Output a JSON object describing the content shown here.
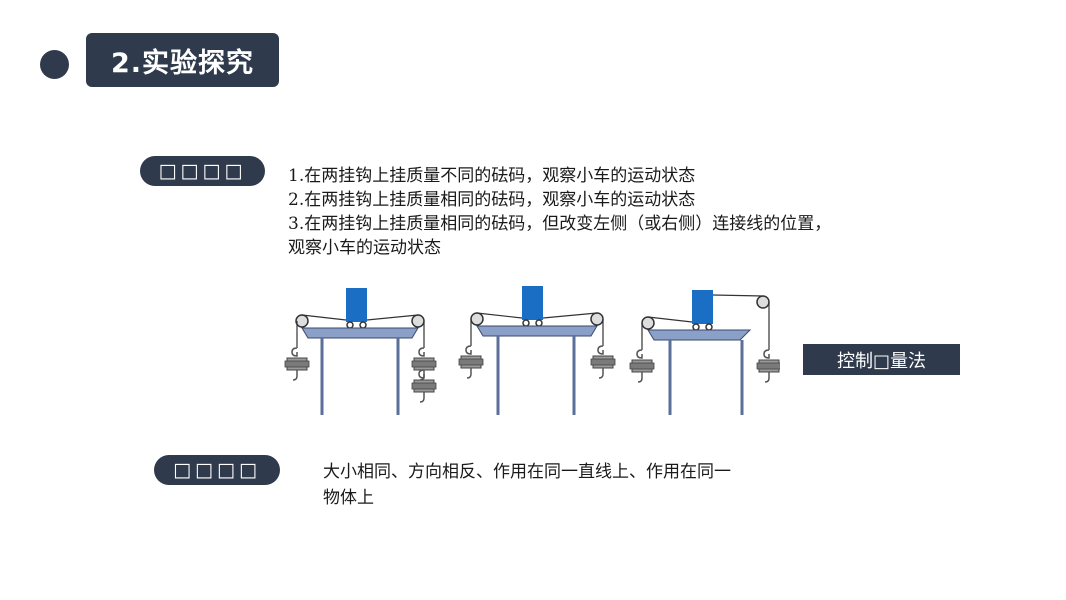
{
  "header": {
    "title": "2.实验探究"
  },
  "experiment": {
    "label": "□□□□",
    "steps": [
      "1.在两挂钩上挂质量不同的砝码，观察小车的运动状态",
      "2.在两挂钩上挂质量相同的砝码，观察小车的运动状态",
      "3.在两挂钩上挂质量相同的砝码，但改变左侧（或右侧）连接线的位置，",
      "观察小车的运动状态"
    ]
  },
  "method": {
    "label": "控制□量法"
  },
  "conclusion": {
    "label": "□□□□",
    "lines": [
      "大小相同、方向相反、作用在同一直线上、作用在同一",
      "物体上"
    ]
  },
  "colors": {
    "dark": "#2f3b4c",
    "cart": "#1a6fc4",
    "frame": "#5a6f9a",
    "weight": "#8a8a8a"
  }
}
